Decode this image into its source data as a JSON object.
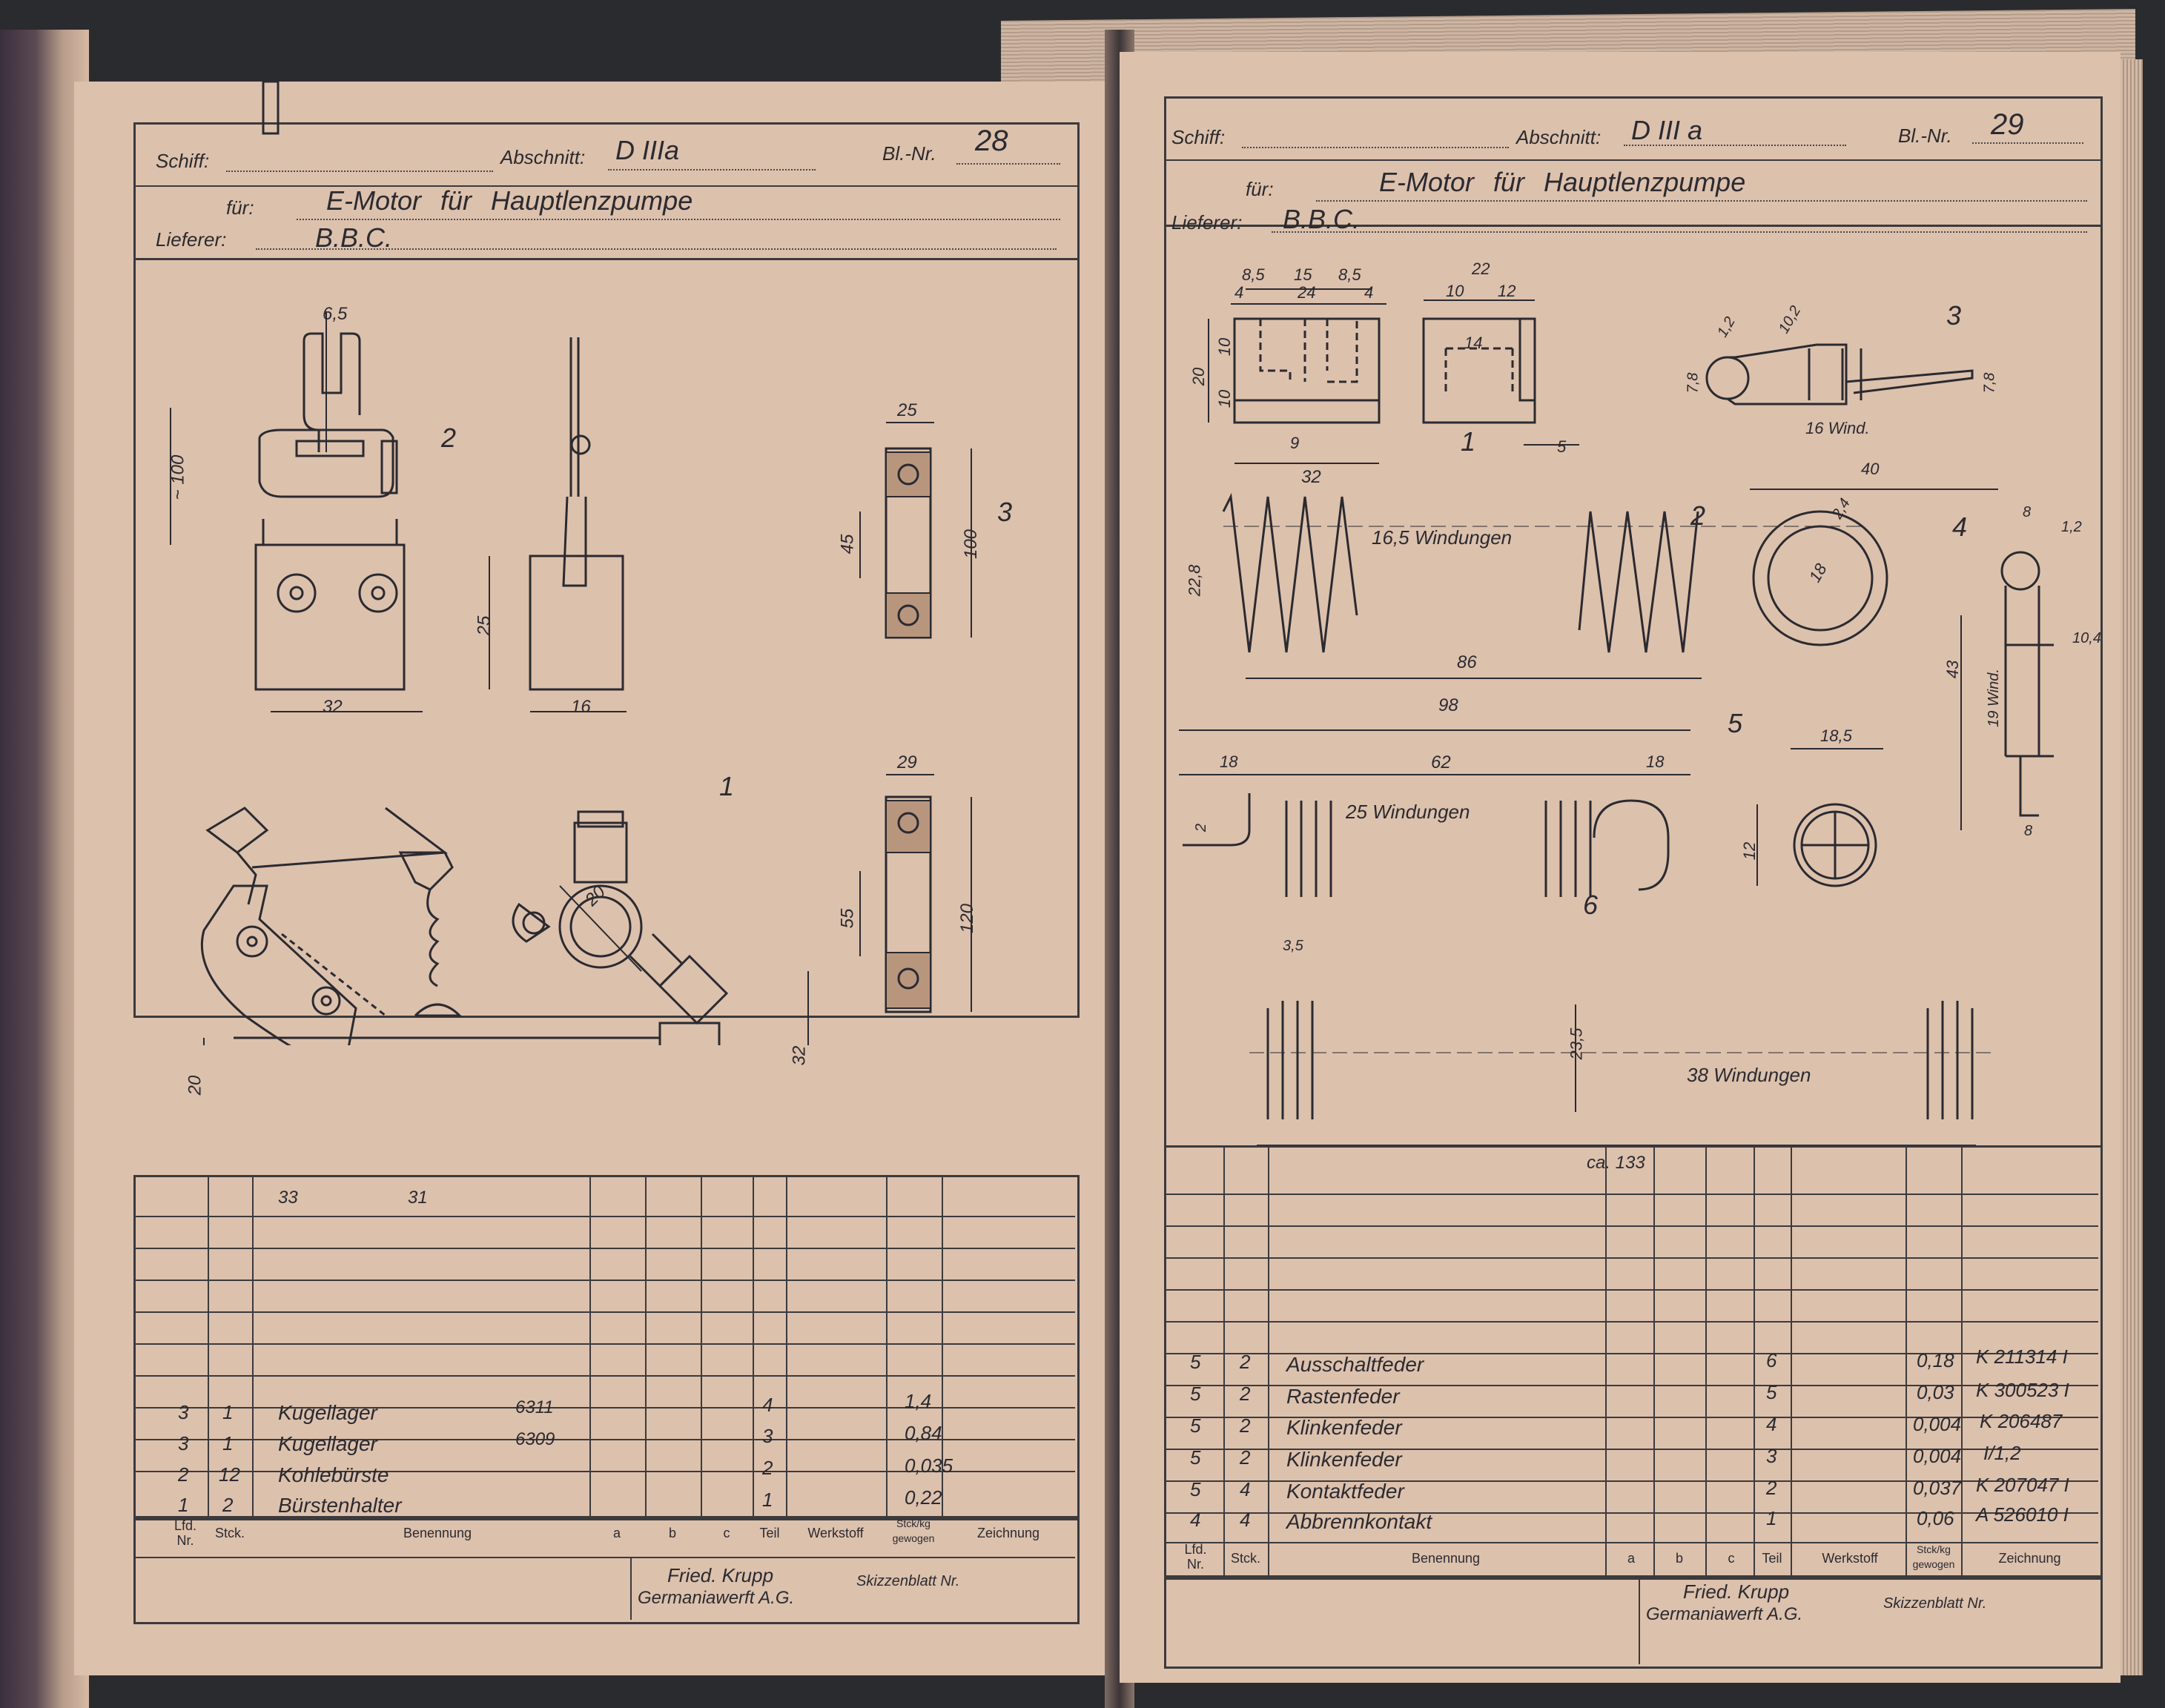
{
  "left_page": {
    "header": {
      "schiff_label": "Schiff:",
      "abschnitt_label": "Abschnitt:",
      "abschnitt_value": "D IIIa",
      "blatt_label": "Bl.-Nr.",
      "blatt_value": "28",
      "fuer_label": "für:",
      "fuer_value": "E-Motor für Hauptlenzpumpe",
      "lieferer_label": "Lieferer:",
      "lieferer_value": "B.B.C."
    },
    "drawing_labels": {
      "part1": "1",
      "part2": "2",
      "part3": "3",
      "d65": "6,5",
      "d100": "~ 100",
      "d25": "25",
      "d32": "32",
      "d16": "16",
      "b25": "25",
      "b45": "45",
      "b100": "100",
      "b29": "29",
      "b55": "55",
      "b120": "120",
      "d20": "20",
      "d20b": "20",
      "d32b": "32",
      "d33": "33",
      "d31": "31"
    },
    "parts_rows": [
      {
        "lfd": "3",
        "stck": "1",
        "name": "Kugellager",
        "code": "6311",
        "teil": "4",
        "weight": "1,4"
      },
      {
        "lfd": "3",
        "stck": "1",
        "name": "Kugellager",
        "code": "6309",
        "teil": "3",
        "weight": "0,84"
      },
      {
        "lfd": "2",
        "stck": "12",
        "name": "Kohlebürste",
        "code": "",
        "teil": "2",
        "weight": "0,035"
      },
      {
        "lfd": "1",
        "stck": "2",
        "name": "Bürstenhalter",
        "code": "",
        "teil": "1",
        "weight": "0,22"
      }
    ],
    "columns": {
      "lfd": "Lfd. Nr.",
      "stck": "Stck.",
      "benennung": "Benennung",
      "a": "a",
      "b": "b",
      "c": "c",
      "teil": "Teil",
      "werkstoff": "Werkstoff",
      "gewicht": "Stck/kg gewogen",
      "zeichnung": "Zeichnung"
    },
    "footer": {
      "company_line1": "Fried. Krupp",
      "company_line2": "Germaniawerft A.G.",
      "skizzenblatt": "Skizzenblatt Nr."
    }
  },
  "right_page": {
    "header": {
      "schiff_label": "Schiff:",
      "abschnitt_label": "Abschnitt:",
      "abschnitt_value": "D III a",
      "blatt_label": "Bl.-Nr.",
      "blatt_value": "29",
      "fuer_label": "für:",
      "fuer_value": "E-Motor für Hauptlenzpumpe",
      "lieferer_label": "Lieferer:",
      "lieferer_value": "B.B.C."
    },
    "drawing_labels": {
      "part1": "1",
      "part2": "2",
      "part3": "3",
      "part4": "4",
      "part5": "5",
      "part6": "6",
      "p1_85a": "8,5",
      "p1_15": "15",
      "p1_85b": "8,5",
      "p1_4a": "4",
      "p1_24": "24",
      "p1_4b": "4",
      "p1_20": "20",
      "p1_10a": "10",
      "p1_10b": "10",
      "p1_9": "9",
      "p1_32": "32",
      "p1_22": "22",
      "p1_10c": "10",
      "p1_12": "12",
      "p1_14": "14",
      "p1_5": "5",
      "p2_windungen": "16,5 Windungen",
      "p2_228": "22,8",
      "p2_86": "86",
      "p2_18": "18",
      "p2_24": "2,4",
      "p3_12": "1,2",
      "p3_102": "10,2",
      "p3_78a": "7,8",
      "p3_78b": "7,8",
      "p3_wind": "16 Wind.",
      "p3_40": "40",
      "p4_8": "8",
      "p4_12": "1,2",
      "p4_104": "10,4",
      "p4_43": "43",
      "p4_wind": "19 Wind.",
      "p4_8b": "8",
      "p5_98": "98",
      "p5_18a": "18",
      "p5_62": "62",
      "p5_18b": "18",
      "p5_2": "2",
      "p5_windungen": "25 Windungen",
      "p5b_185": "18,5",
      "p5b_12": "12",
      "p6_35": "3,5",
      "p6_235": "23,5",
      "p6_windungen": "38 Windungen",
      "p6_133": "ca. 133"
    },
    "parts_rows": [
      {
        "lfd": "5",
        "stck": "2",
        "name": "Ausschaltfeder",
        "teil": "6",
        "weight": "0,18",
        "zeichnung": "K 211314 I"
      },
      {
        "lfd": "5",
        "stck": "2",
        "name": "Rastenfeder",
        "teil": "5",
        "weight": "0,03",
        "zeichnung": "K 300523 I"
      },
      {
        "lfd": "5",
        "stck": "2",
        "name": "Klinkenfeder",
        "teil": "4",
        "weight": "0,004",
        "zeichnung": "K 206487"
      },
      {
        "lfd": "5",
        "stck": "2",
        "name": "Klinkenfeder",
        "teil": "3",
        "weight": "0,004",
        "zeichnung": "I/1,2"
      },
      {
        "lfd": "5",
        "stck": "4",
        "name": "Kontaktfeder",
        "teil": "2",
        "weight": "0,037",
        "zeichnung": "K 207047 I"
      },
      {
        "lfd": "4",
        "stck": "4",
        "name": "Abbrennkontakt",
        "teil": "1",
        "weight": "0,06",
        "zeichnung": "A 526010 I"
      }
    ],
    "columns": {
      "lfd": "Lfd. Nr.",
      "stck": "Stck.",
      "benennung": "Benennung",
      "a": "a",
      "b": "b",
      "c": "c",
      "teil": "Teil",
      "werkstoff": "Werkstoff",
      "gewicht": "Stck/kg gewogen",
      "zeichnung": "Zeichnung"
    },
    "footer": {
      "company_line1": "Fried. Krupp",
      "company_line2": "Germaniawerft A.G.",
      "skizzenblatt": "Skizzenblatt Nr."
    }
  },
  "colors": {
    "paper": "#dcc1ad",
    "ink": "#2b2a30",
    "background": "#2a2b2f"
  }
}
